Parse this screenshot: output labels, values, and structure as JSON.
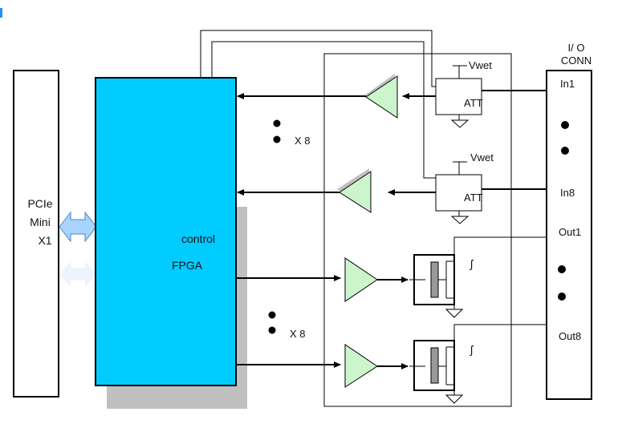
{
  "pcie": {
    "line1": "PCIe",
    "line2": "Mini",
    "line3": "X1"
  },
  "fpga": {
    "control_label": "control",
    "fpga_label": "FPGA"
  },
  "io_conn": {
    "line1": "I/ O",
    "line2": "CONN",
    "in1": "In1",
    "in8": "In8",
    "out1": "Out1",
    "out8": "Out8"
  },
  "inputs": {
    "vwet_1": "Vwet",
    "vwet_2": "Vwet",
    "att_1": "ATT",
    "att_2": "ATT",
    "times_1": "X 8"
  },
  "outputs": {
    "times_2": "X 8",
    "pulse_1": "ʃ",
    "pulse_2": "ʃ"
  },
  "colors": {
    "fpga_fill": "#00ccff",
    "shadow": "#c0c0c0",
    "buffer_fill": "#ccf5cc",
    "arrow_fill": "#a8d4ff",
    "relay_fill": "#999999"
  }
}
